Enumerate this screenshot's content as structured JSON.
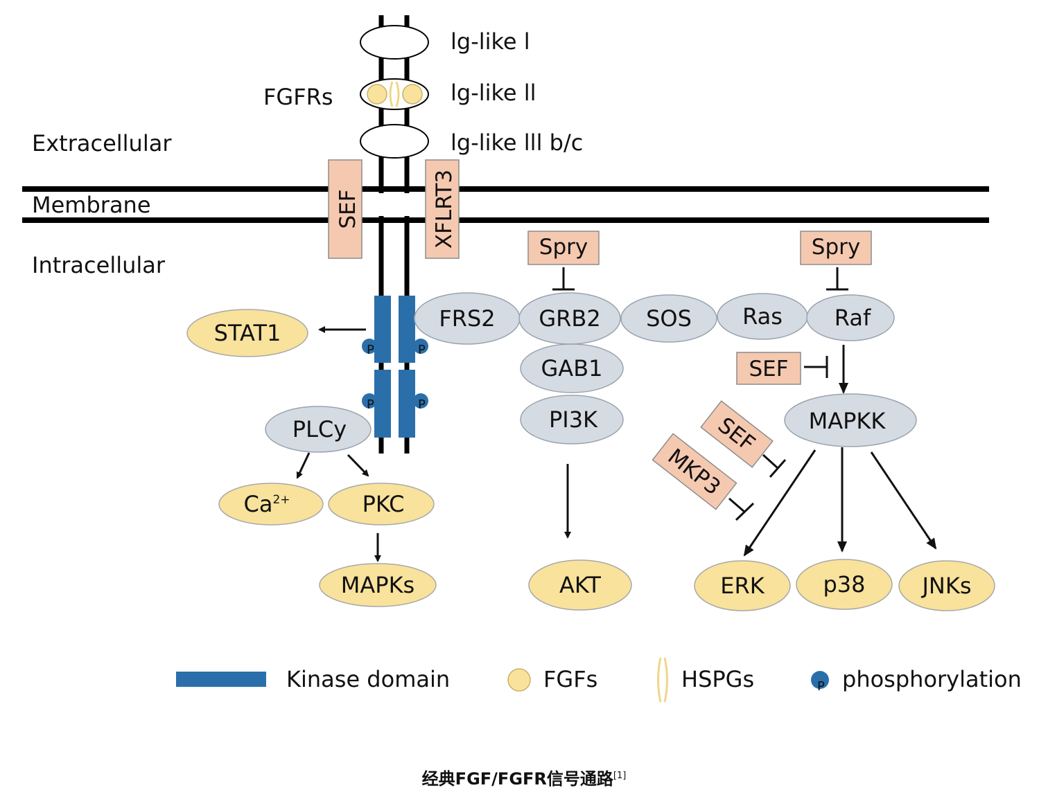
{
  "regions": {
    "extracellular": "Extracellular",
    "membrane": "Membrane",
    "intracellular": "Intracellular"
  },
  "receptor": {
    "name": "FGFRs",
    "domains": [
      "lg-like l",
      "lg-like ll",
      "lg-like lll b/c"
    ]
  },
  "membrane_proteins": {
    "sef": "SEF",
    "xflrt3": "XFLRT3"
  },
  "nodes": {
    "frs2": "FRS2",
    "grb2": "GRB2",
    "sos": "SOS",
    "ras": "Ras",
    "raf": "Raf",
    "gab1": "GAB1",
    "pi3k": "PI3K",
    "akt": "AKT",
    "mapkk": "MAPKK",
    "erk": "ERK",
    "p38": "p38",
    "jnks": "JNKs",
    "stat1": "STAT1",
    "plcy": "PLCy",
    "ca_base": "Ca",
    "ca_sup": "2+",
    "pkc": "PKC",
    "mapks": "MAPKs"
  },
  "inhibitors": {
    "spry_grb2": "Spry",
    "spry_raf": "Spry",
    "sef_mapkk": "SEF",
    "sef_erk": "SEF",
    "mkp3": "MKP3"
  },
  "phospho_marker": "P",
  "legend": {
    "kinase": "Kinase domain",
    "fgfs": "FGFs",
    "hspgs": "HSPGs",
    "phosphorylation": "phosphorylation"
  },
  "caption": {
    "text": "经典FGF/FGFR信号通路",
    "ref": "[1]"
  },
  "colors": {
    "kinase_domain": "#2a6faa",
    "gray_node": "#d5dbe3",
    "yellow_node": "#f8e29c",
    "peach_box": "#f5c9b0",
    "phospho_letter": "#e0261c"
  }
}
